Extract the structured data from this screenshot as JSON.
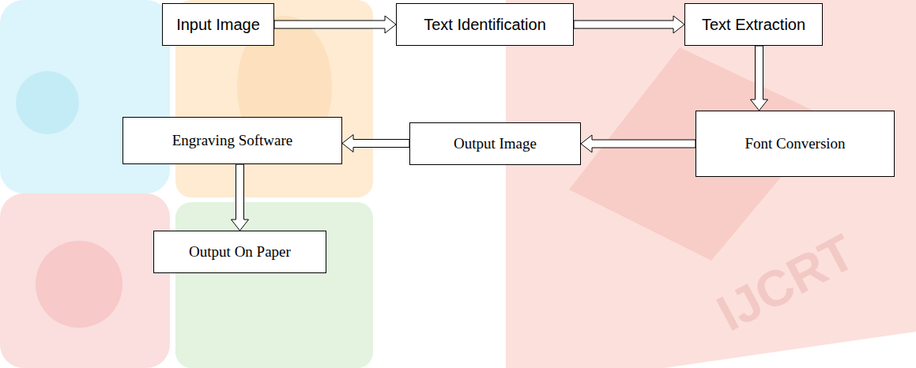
{
  "diagram": {
    "nodes": [
      {
        "text": [
          "Input Image"
        ]
      },
      {
        "text": [
          "Text Identification"
        ]
      },
      {
        "text": [
          "Text Extraction"
        ]
      },
      {
        "text": [
          "Font Conversion"
        ]
      },
      {
        "text": [
          "Output Image"
        ]
      },
      {
        "text": [
          "Engraving Software"
        ]
      },
      {
        "text": [
          "Output On Paper"
        ]
      }
    ],
    "edges": [
      {
        "from": 0,
        "to": 1,
        "arrow": "to"
      },
      {
        "from": 1,
        "to": 2,
        "arrow": "to"
      },
      {
        "from": 2,
        "to": 3,
        "arrow": "to"
      },
      {
        "from": 3,
        "to": 4,
        "arrow": "to"
      },
      {
        "from": 4,
        "to": 5,
        "arrow": "to"
      },
      {
        "from": 5,
        "to": 6,
        "arrow": "to"
      }
    ],
    "labels": [
      "IJCRT"
    ]
  }
}
